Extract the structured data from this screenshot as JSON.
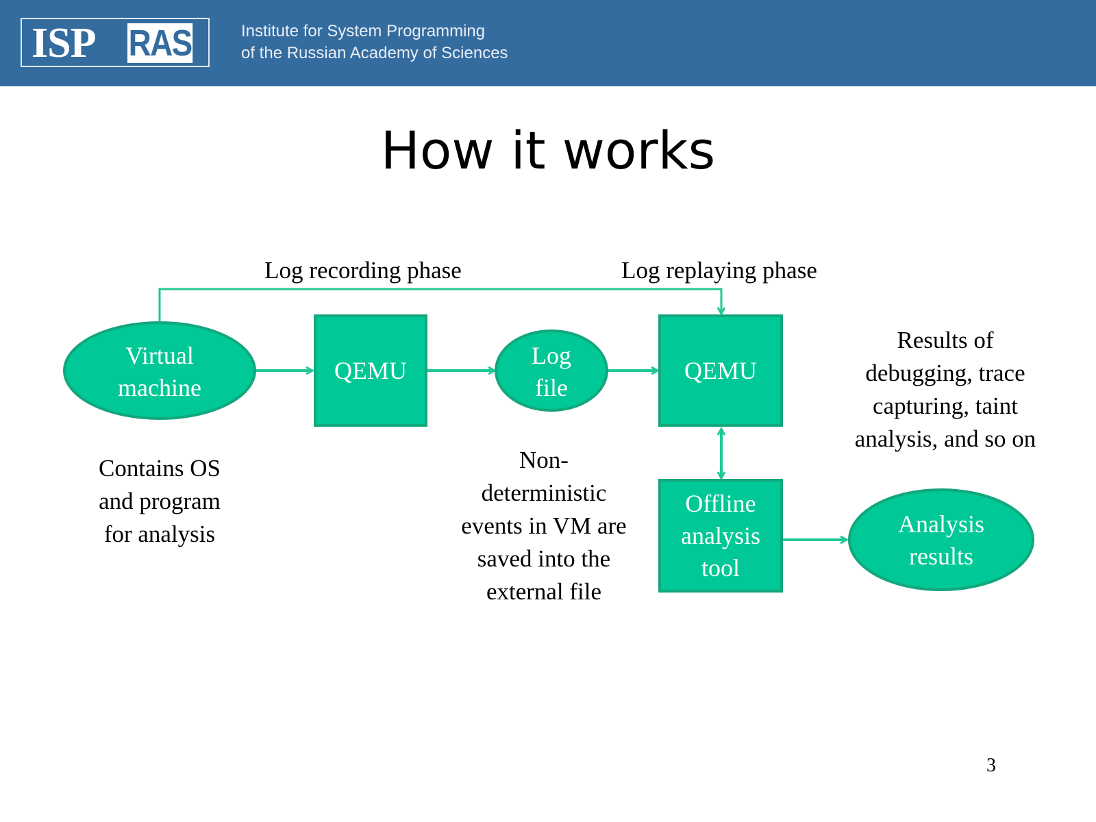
{
  "header": {
    "logo_left": "ISP",
    "logo_right": "RAS",
    "institute_line1": "Institute for System Programming",
    "institute_line2": "of the Russian Academy of Sciences",
    "color": "#346c9f"
  },
  "slide": {
    "title": "How it works",
    "page_number": "3"
  },
  "diagram": {
    "colors": {
      "node_fill": "#00c896",
      "node_border": "#13a77c",
      "arrow": "#20c896"
    },
    "phase_labels": {
      "recording": "Log recording phase",
      "replaying": "Log replaying phase"
    },
    "nodes": {
      "virtual_machine": {
        "shape": "ellipse",
        "line1": "Virtual",
        "line2": "machine"
      },
      "qemu_record": {
        "shape": "rect",
        "line1": "QEMU"
      },
      "log_file": {
        "shape": "ellipse",
        "line1": "Log",
        "line2": "file"
      },
      "qemu_replay": {
        "shape": "rect",
        "line1": "QEMU"
      },
      "offline_tool": {
        "shape": "rect",
        "line1": "Offline",
        "line2": "analysis",
        "line3": "tool"
      },
      "analysis_results": {
        "shape": "ellipse",
        "line1": "Analysis",
        "line2": "results"
      }
    },
    "annotations": {
      "vm_note": [
        "Contains OS",
        "and program",
        "for analysis"
      ],
      "log_note": [
        "Non-",
        "deterministic",
        "events in VM are",
        "saved into the",
        "external file"
      ],
      "results_note": [
        "Results of",
        "debugging, trace",
        "capturing, taint",
        "analysis, and so on"
      ]
    },
    "edges": [
      {
        "from": "virtual_machine",
        "to": "qemu_record"
      },
      {
        "from": "qemu_record",
        "to": "log_file"
      },
      {
        "from": "log_file",
        "to": "qemu_replay"
      },
      {
        "from": "virtual_machine",
        "to": "qemu_replay",
        "route": "top"
      },
      {
        "from": "qemu_replay",
        "to": "offline_tool",
        "bidirectional": true
      },
      {
        "from": "offline_tool",
        "to": "analysis_results"
      }
    ]
  }
}
